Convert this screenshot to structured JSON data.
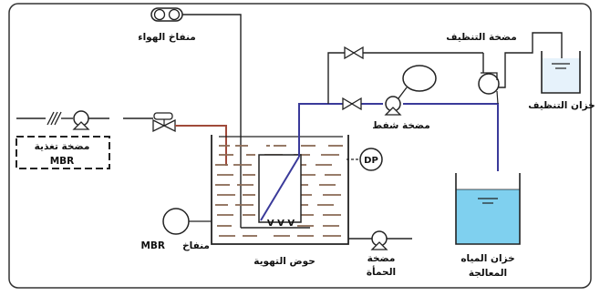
{
  "labels": {
    "air_blower": "منفاخ الهواء",
    "feed_pump_line1": "مضخة تغذية",
    "feed_pump_line2": "MBR",
    "mbr_blower_text": "منفاخ",
    "mbr_blower_tag": "MBR",
    "aeration_basin": "حوض التهوية",
    "sludge_pump_line1": "مضخة",
    "sludge_pump_line2": "الحمأة",
    "treated_tank_line1": "خزان المياه",
    "treated_tank_line2": "المعالجة",
    "cleaning_tank": "خزان التنظيف",
    "cleaning_pump": "مضخة التنظيف",
    "suction_pump": "مضخة شفط",
    "dp_gauge": "DP",
    "diffuser": "V V V"
  },
  "colors": {
    "line": "#222222",
    "permeate_line": "#3a3a9a",
    "feed_line": "#a04a3a",
    "sludge_dash": "#8a6a55",
    "treated_water": "#7fd0ef",
    "cleaning_water": "#e6f2fb"
  }
}
